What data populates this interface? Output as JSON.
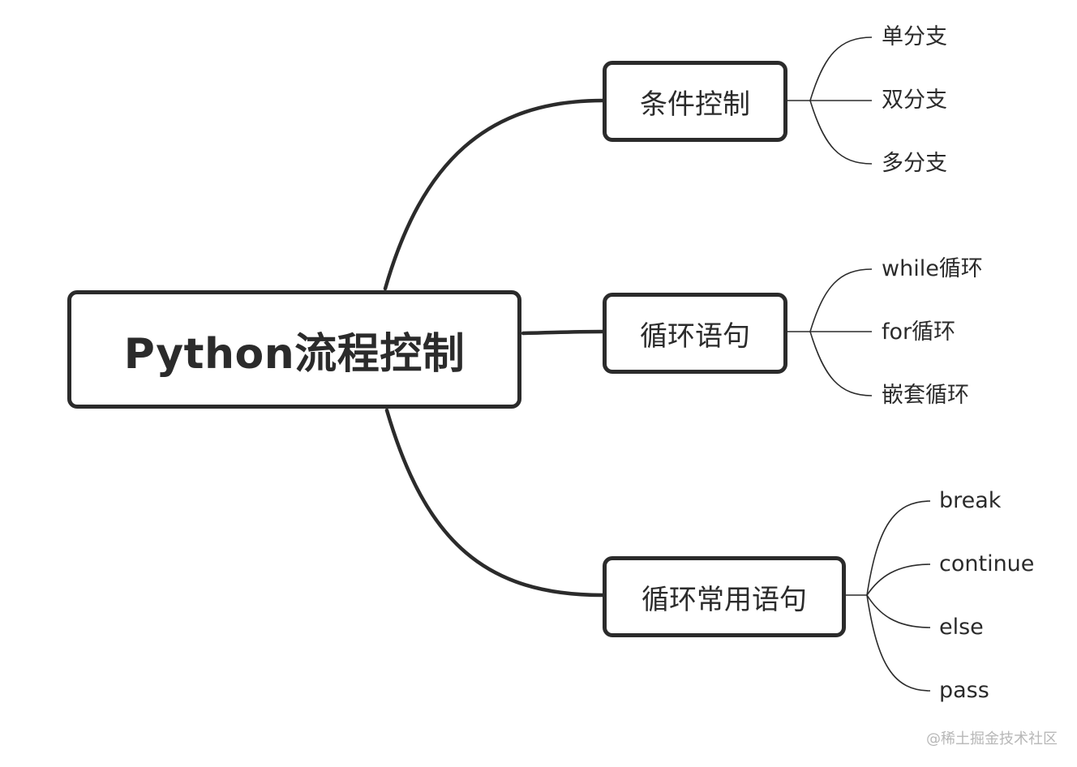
{
  "mindmap": {
    "root": "Python流程控制",
    "branches": [
      {
        "label": "条件控制",
        "children": [
          "单分支",
          "双分支",
          "多分支"
        ]
      },
      {
        "label": "循环语句",
        "children": [
          "while循环",
          "for循环",
          "嵌套循环"
        ]
      },
      {
        "label": "循环常用语句",
        "children": [
          "break",
          "continue",
          "else",
          "pass"
        ]
      }
    ]
  },
  "watermark": "@稀土掘金技术社区",
  "colors": {
    "line": "#2b2b2b",
    "text": "#2b2b2b",
    "background": "#ffffff",
    "watermark": "#b7b7b7"
  }
}
